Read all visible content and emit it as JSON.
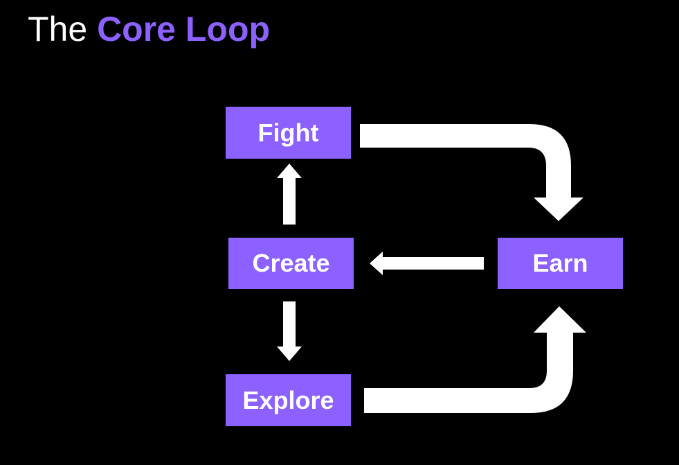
{
  "title": {
    "prefix": "The",
    "highlight": "Core Loop"
  },
  "colors": {
    "background": "#000000",
    "accent": "#8c61ff",
    "text": "#ffffff",
    "arrow": "#ffffff"
  },
  "nodes": {
    "fight": "Fight",
    "create": "Create",
    "earn": "Earn",
    "explore": "Explore"
  },
  "edges": [
    {
      "from": "fight",
      "to": "earn"
    },
    {
      "from": "earn",
      "to": "create"
    },
    {
      "from": "create",
      "to": "fight"
    },
    {
      "from": "create",
      "to": "explore"
    },
    {
      "from": "explore",
      "to": "earn"
    }
  ]
}
